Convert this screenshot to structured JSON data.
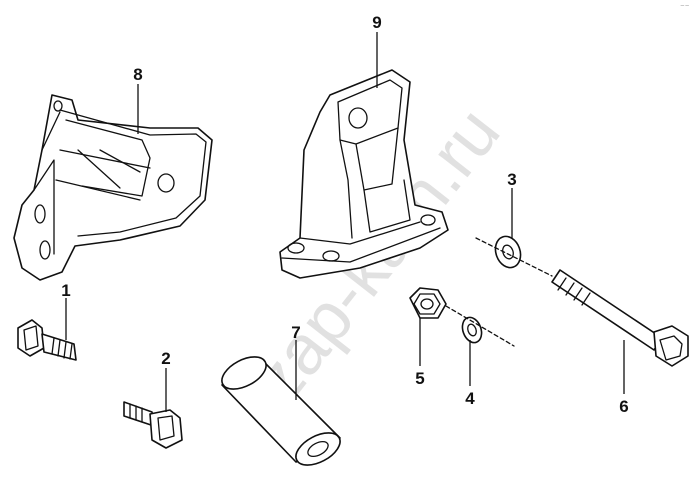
{
  "watermark": "zap-kam.ru",
  "corner_mark": "⁻⁻",
  "callouts": [
    {
      "id": "1",
      "label": "1"
    },
    {
      "id": "2",
      "label": "2"
    },
    {
      "id": "3",
      "label": "3"
    },
    {
      "id": "4",
      "label": "4"
    },
    {
      "id": "5",
      "label": "5"
    },
    {
      "id": "6",
      "label": "6"
    },
    {
      "id": "7",
      "label": "7"
    },
    {
      "id": "8",
      "label": "8"
    },
    {
      "id": "9",
      "label": "9"
    }
  ]
}
